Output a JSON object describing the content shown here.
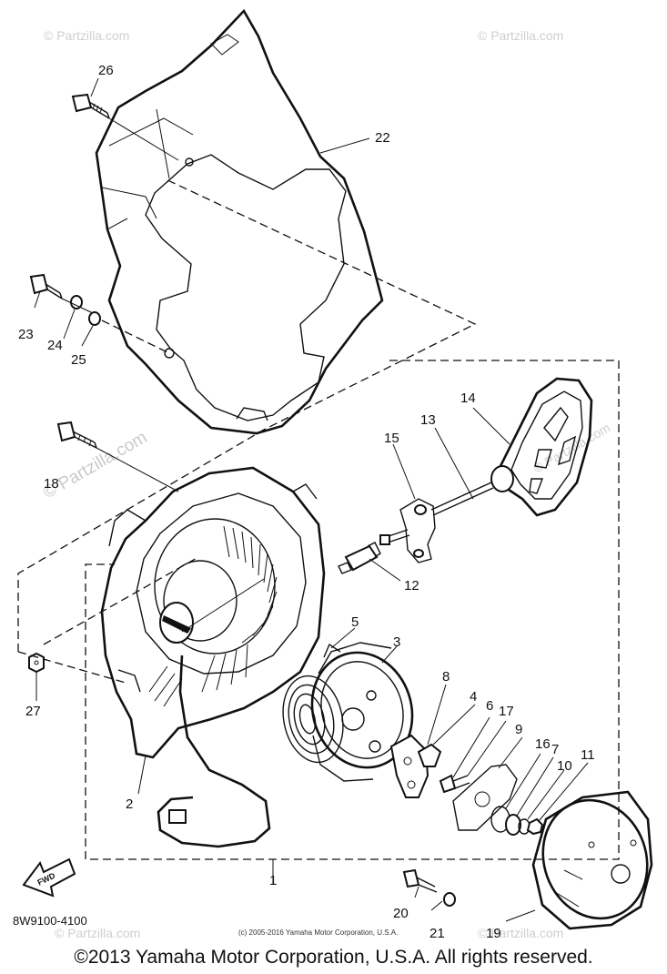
{
  "diagram_code": "8W9100-4100",
  "small_copyright": "(c) 2005-2016 Yamaha Motor Corporation, U.S.A.",
  "footer_copyright": "©2013 Yamaha Motor Corporation, U.S.A. All rights reserved.",
  "watermark": "© Partzilla.com",
  "fwd_label": "FWD",
  "callouts": [
    "26",
    "22",
    "23",
    "24",
    "25",
    "18",
    "27",
    "15",
    "13",
    "14",
    "12",
    "5",
    "3",
    "8",
    "4",
    "6",
    "17",
    "9",
    "16",
    "7",
    "10",
    "11",
    "2",
    "1",
    "20",
    "21",
    "19"
  ],
  "colors": {
    "ink": "#111111",
    "watermark": "#cfcfcf",
    "paper": "#ffffff"
  }
}
